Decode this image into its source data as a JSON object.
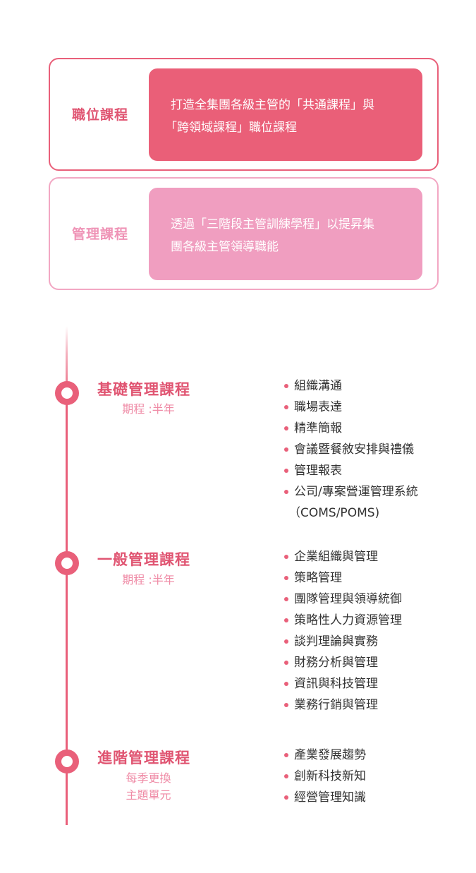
{
  "cards": [
    {
      "title": "職位課程",
      "desc_line1": "打造全集團各級主管的「共通課程」與",
      "desc_line2": "「跨領域課程」職位課程"
    },
    {
      "title": "管理課程",
      "desc_line1": "透過「三階段主管訓練學程」以提昇集",
      "desc_line2": "團各級主管領導職能"
    }
  ],
  "stages": [
    {
      "title": "基礎管理課程",
      "sub_line1": "期程 :半年",
      "sub_line2": "",
      "items": [
        "組織溝通",
        "職場表達",
        "精準簡報",
        "會議暨餐敘安排與禮儀",
        "管理報表",
        "公司/專案營運管理系統",
        "（COMS/POMS)"
      ]
    },
    {
      "title": "一般管理課程",
      "sub_line1": "期程 :半年",
      "sub_line2": "",
      "items": [
        "企業組織與管理",
        "策略管理",
        "團隊管理與領導統御",
        "策略性人力資源管理",
        "談判理論與實務",
        "財務分析與管理",
        "資訊與科技管理",
        "業務行銷與管理"
      ]
    },
    {
      "title": "進階管理課程",
      "sub_line1": "每季更換",
      "sub_line2": "主題單元",
      "items": [
        "產業發展趨勢",
        "創新科技新知",
        "經營管理知識"
      ]
    }
  ],
  "colors": {
    "accent": "#e9607a",
    "accent_light": "#f09ec0"
  }
}
